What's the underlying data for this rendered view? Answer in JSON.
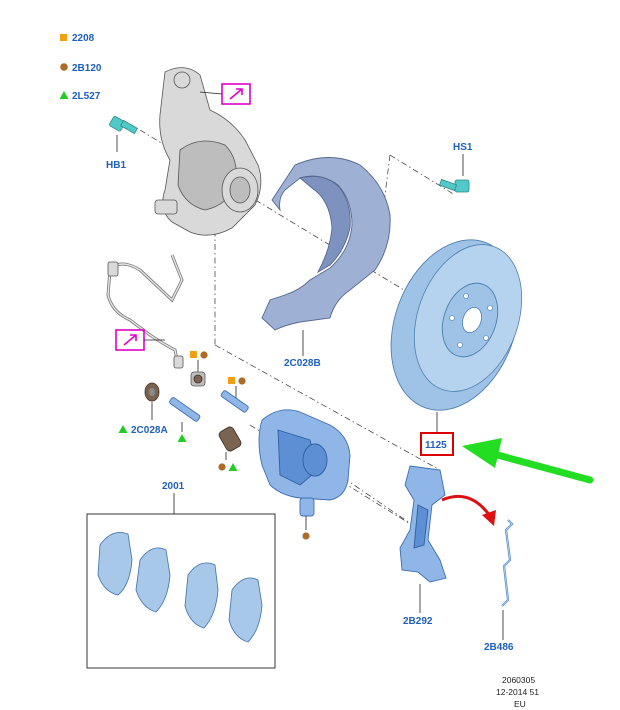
{
  "legend": [
    {
      "label": "2208",
      "shape": "square",
      "color": "#f0a010"
    },
    {
      "label": "2B120",
      "shape": "circle",
      "color": "#b06a28"
    },
    {
      "label": "2L527",
      "shape": "triangle",
      "color": "#22cc22"
    }
  ],
  "callouts": {
    "hb1": "HB1",
    "hs1": "HS1",
    "shield": "2C028B",
    "disc": "1125",
    "guide_pin": "2C028A",
    "pad_set": "2001",
    "anchor": "2B292",
    "spring": "2B486"
  },
  "footer": {
    "code": "2060305",
    "date": "12-2014 51",
    "region": "EU"
  },
  "colors": {
    "label_text": "#1f5fbf",
    "highlight_box": "#dd0000",
    "pointer_arrow": "#22dd22",
    "red_arrow": "#dd1111",
    "ref_box": "#e000c8"
  }
}
